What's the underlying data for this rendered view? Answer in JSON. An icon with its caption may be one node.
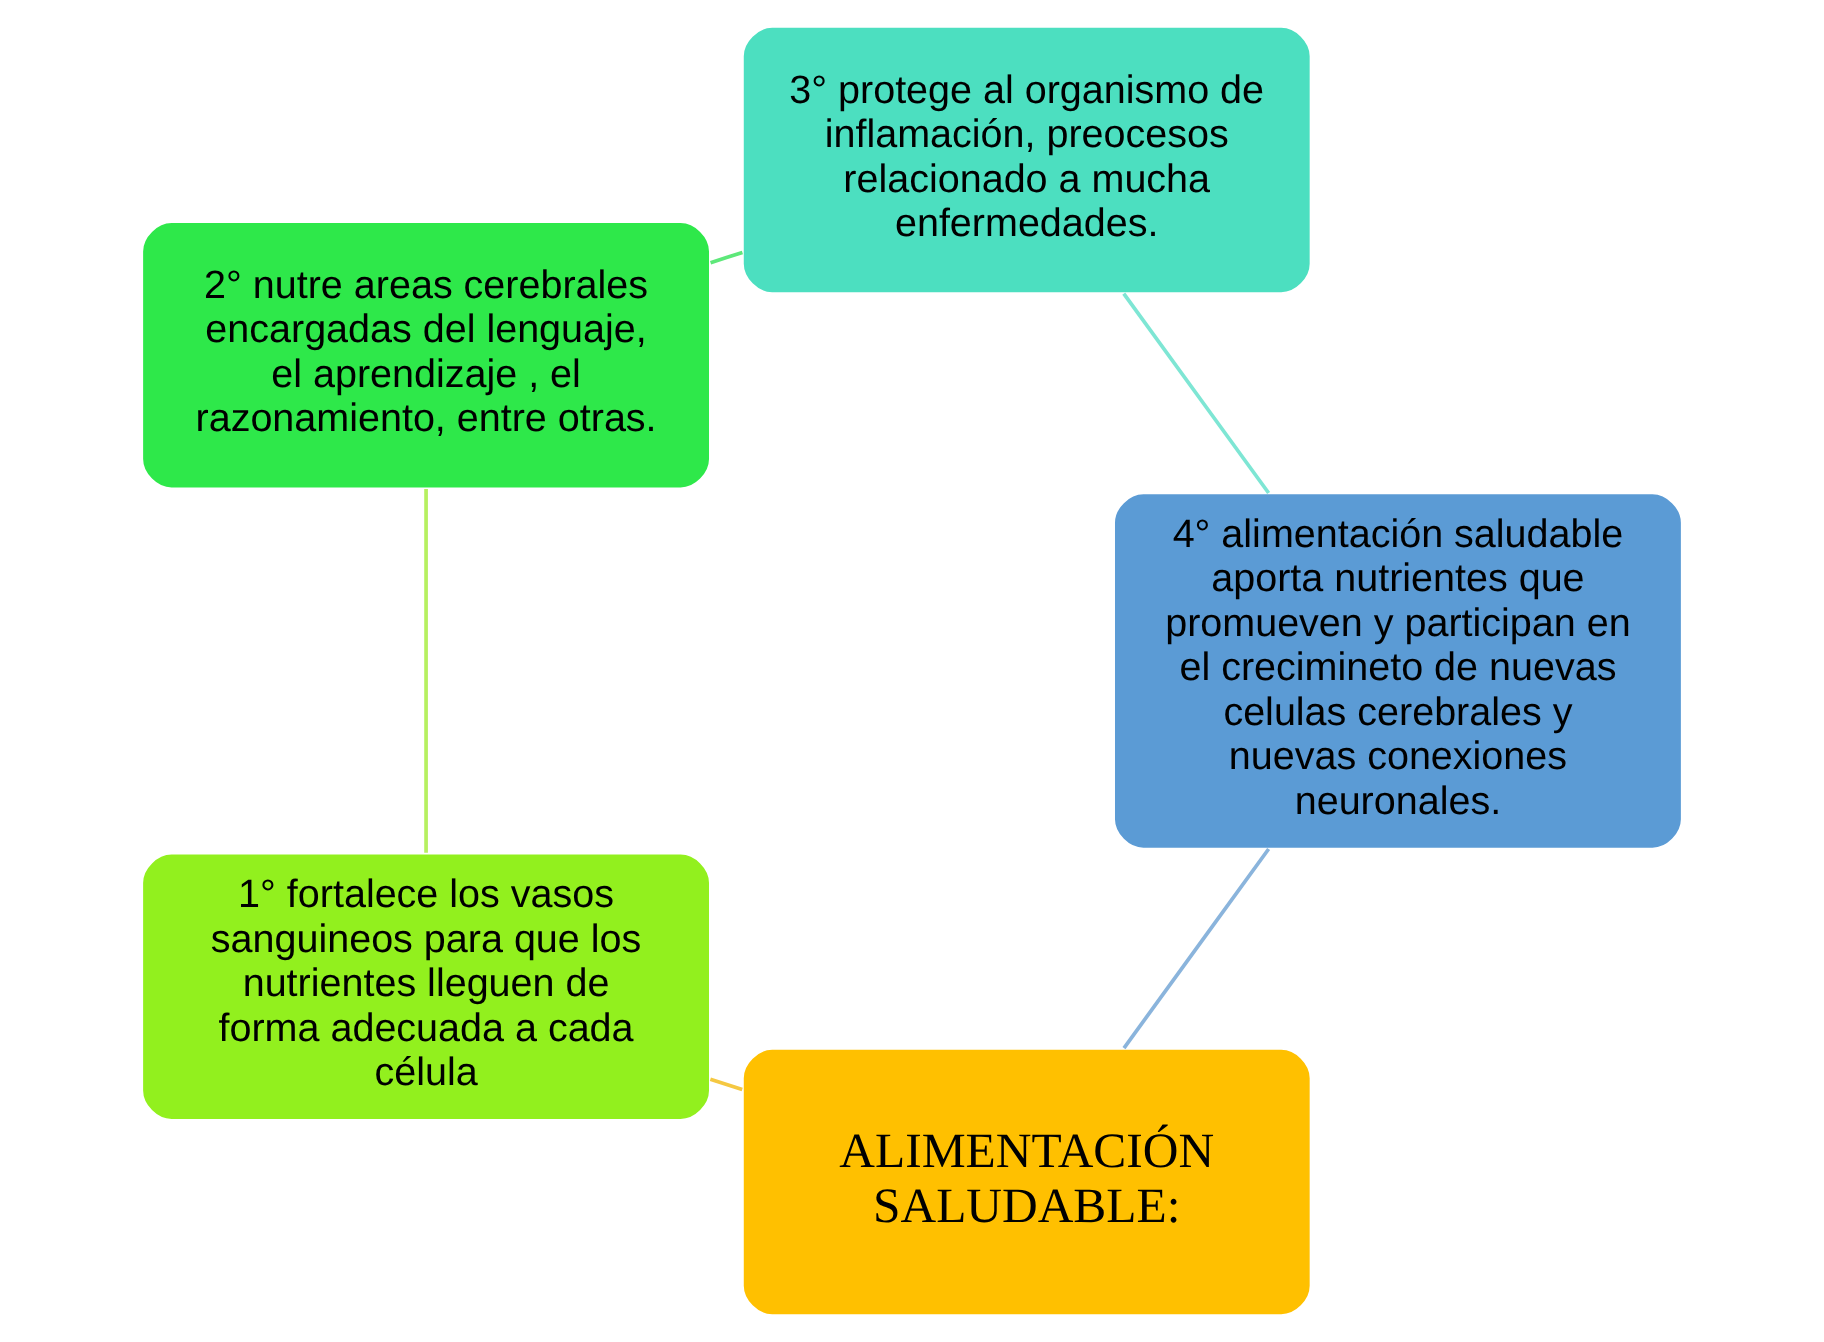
{
  "diagram": {
    "nodes": [
      {
        "text": [
          "ALIMENTACIÓN SALUDABLE:"
        ]
      },
      {
        "text": [
          "1° fortalece los vasos sanguineos para que los nutrientes lleguen de forma adecuada a cada célula"
        ]
      },
      {
        "text": [
          "2° nutre areas cerebrales encargadas del lenguaje, el aprendizaje , el razonamiento, entre otras."
        ]
      },
      {
        "text": [
          "3° protege al organismo de inflamación, preocesos relacionado a mucha enfermedades."
        ]
      },
      {
        "text": [
          "4° alimentación saludable aporta nutrientes que promueven y participan en el crecimineto de nuevas celulas cerebrales y nuevas conexiones neuronales."
        ]
      }
    ],
    "edges": [
      {
        "from": 0,
        "to": 1,
        "arrow": "none",
        "color": "#f5c842"
      },
      {
        "from": 1,
        "to": 2,
        "arrow": "none",
        "color": "#b6f060"
      },
      {
        "from": 2,
        "to": 3,
        "arrow": "none",
        "color": "#5ee87a"
      },
      {
        "from": 3,
        "to": 4,
        "arrow": "none",
        "color": "#7ee6d4"
      },
      {
        "from": 4,
        "to": 0,
        "arrow": "none",
        "color": "#8ab4dc"
      }
    ]
  }
}
